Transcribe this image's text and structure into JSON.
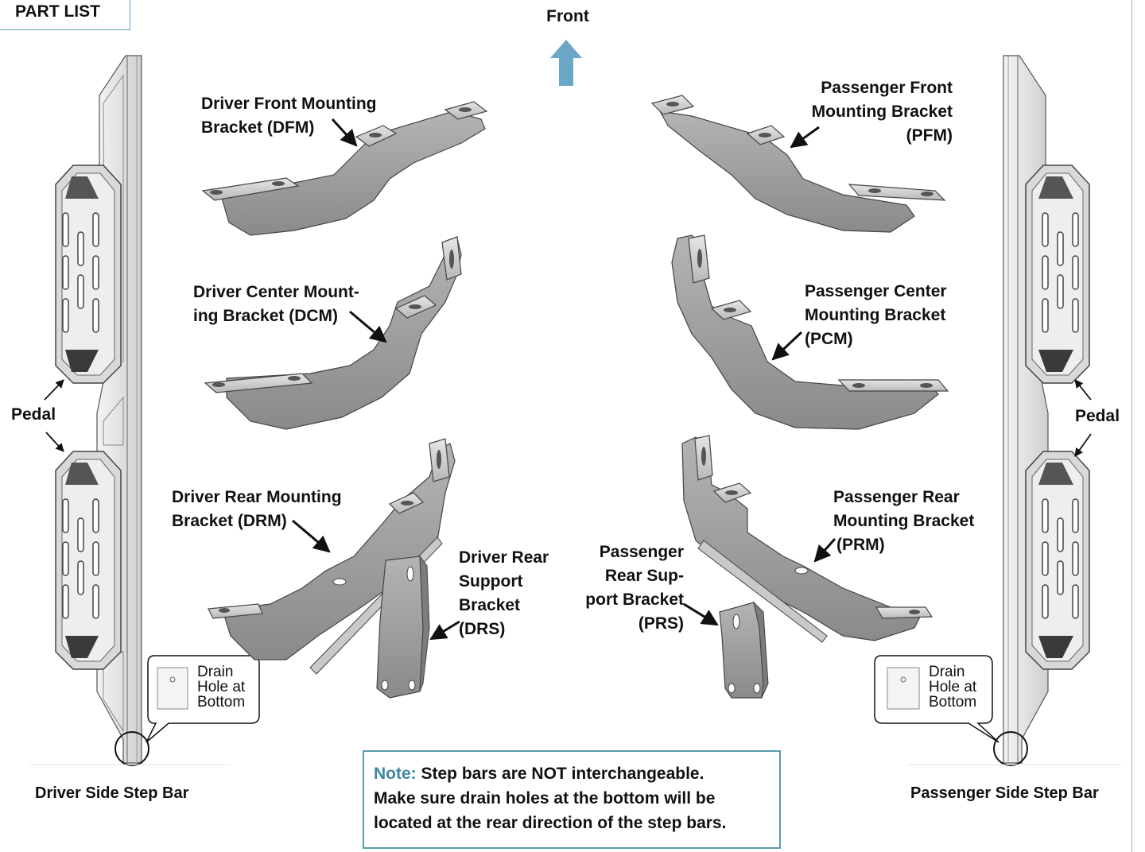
{
  "part_list": "PART LIST",
  "front": "Front",
  "brackets": {
    "dfm": [
      "Driver Front Mounting",
      "Bracket (DFM)"
    ],
    "pfm": [
      "Passenger Front",
      "Mounting Bracket",
      "(PFM)"
    ],
    "dcm": [
      "Driver Center Mount-",
      "ing Bracket (DCM)"
    ],
    "pcm": [
      "Passenger Center",
      "Mounting Bracket",
      "(PCM)"
    ],
    "drm": [
      "Driver Rear Mounting",
      "Bracket (DRM)"
    ],
    "prm": [
      "Passenger Rear",
      "Mounting Bracket",
      "(PRM)"
    ],
    "drs": [
      "Driver Rear",
      "Support",
      "Bracket",
      "(DRS)"
    ],
    "prs": [
      "Passenger",
      "Rear Sup-",
      "port Bracket",
      "(PRS)"
    ]
  },
  "pedal": "Pedal",
  "drain_callout": [
    "Drain",
    "Hole at",
    "Bottom"
  ],
  "driver_step_bar": "Driver Side Step Bar",
  "passenger_step_bar": "Passenger Side Step Bar",
  "note": {
    "label": "Note:",
    "line1": " Step bars are NOT interchangeable.",
    "line2": "Make sure drain holes at the bottom will be",
    "line3": "located at the rear direction of the step bars."
  },
  "colors": {
    "accent": "#3f86a3",
    "arrow_front": "#6aa6c6",
    "bracket": "#9a9a9a",
    "bracket_dark": "#6f6f6f",
    "bar": "#e4e4e4"
  }
}
